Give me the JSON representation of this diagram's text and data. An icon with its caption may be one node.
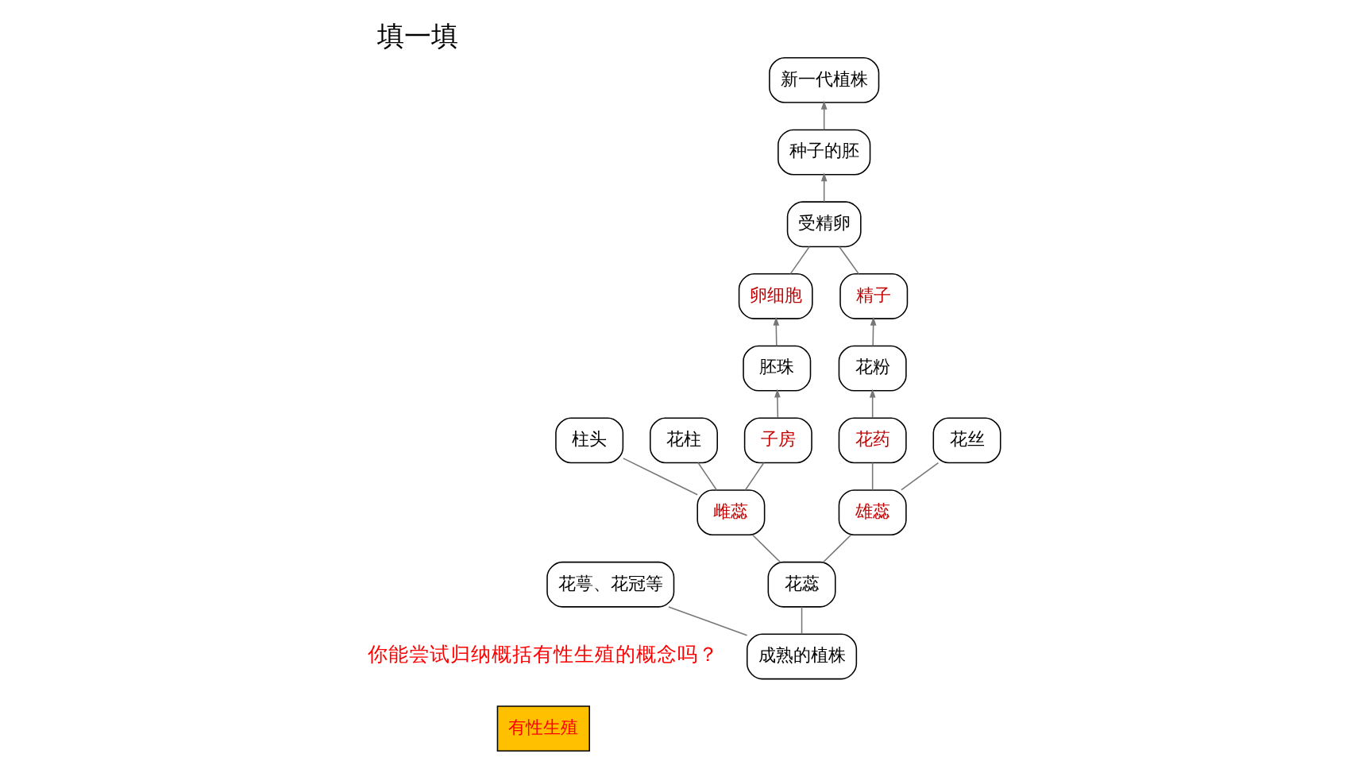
{
  "diagram": {
    "title": "填一填",
    "nodes": [
      {
        "text": [
          "新一代植株"
        ]
      },
      {
        "text": [
          "种子的胚"
        ]
      },
      {
        "text": [
          "受精卵"
        ]
      },
      {
        "text": [
          "卵细胞"
        ]
      },
      {
        "text": [
          "精子"
        ]
      },
      {
        "text": [
          "胚珠"
        ]
      },
      {
        "text": [
          "花粉"
        ]
      },
      {
        "text": [
          "柱头"
        ]
      },
      {
        "text": [
          "花柱"
        ]
      },
      {
        "text": [
          "子房"
        ]
      },
      {
        "text": [
          "花药"
        ]
      },
      {
        "text": [
          "花丝"
        ]
      },
      {
        "text": [
          "雌蕊"
        ]
      },
      {
        "text": [
          "雄蕊"
        ]
      },
      {
        "text": [
          "花萼、花冠等"
        ]
      },
      {
        "text": [
          "花蕊"
        ]
      },
      {
        "text": [
          "成熟的植株"
        ]
      },
      {
        "text": [
          "有性生殖"
        ]
      }
    ],
    "edges": [
      {
        "from": 16,
        "to": 14,
        "arrow": "none"
      },
      {
        "from": 16,
        "to": 15,
        "arrow": "none"
      },
      {
        "from": 15,
        "to": 12,
        "arrow": "none"
      },
      {
        "from": 15,
        "to": 13,
        "arrow": "none"
      },
      {
        "from": 12,
        "to": 7,
        "arrow": "none"
      },
      {
        "from": 12,
        "to": 8,
        "arrow": "none"
      },
      {
        "from": 12,
        "to": 9,
        "arrow": "none"
      },
      {
        "from": 13,
        "to": 10,
        "arrow": "none"
      },
      {
        "from": 13,
        "to": 11,
        "arrow": "none"
      },
      {
        "from": 9,
        "to": 5,
        "arrow": "to"
      },
      {
        "from": 10,
        "to": 6,
        "arrow": "to"
      },
      {
        "from": 5,
        "to": 3,
        "arrow": "to"
      },
      {
        "from": 6,
        "to": 4,
        "arrow": "to"
      },
      {
        "from": 3,
        "to": 2,
        "arrow": "none"
      },
      {
        "from": 4,
        "to": 2,
        "arrow": "none"
      },
      {
        "from": 2,
        "to": 1,
        "arrow": "to"
      },
      {
        "from": 1,
        "to": 0,
        "arrow": "to"
      }
    ],
    "labels": [
      "你能尝试归纳概括有性生殖的概念吗？"
    ]
  }
}
